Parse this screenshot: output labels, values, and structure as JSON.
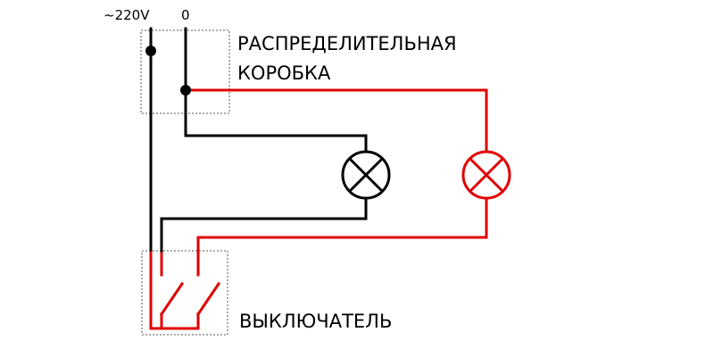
{
  "labels": {
    "phase": "~220V",
    "neutral": "0",
    "junction_box_line1": "РАСПРЕДЕЛИТЕЛЬНАЯ",
    "junction_box_line2": "КОРОБКА",
    "switch": "ВЫКЛЮЧАТЕЛЬ"
  },
  "colors": {
    "black_wire": "#000000",
    "red_wire": "#e00000",
    "dashed_box": "#555555",
    "background": "#ffffff"
  }
}
